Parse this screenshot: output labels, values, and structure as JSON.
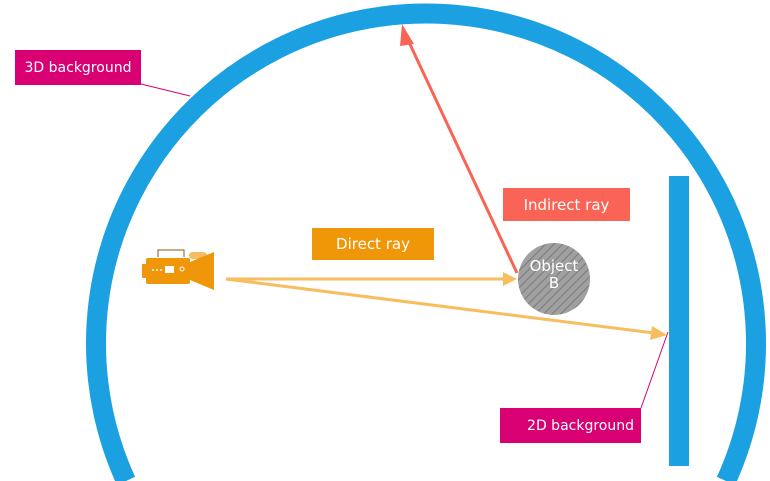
{
  "diagram": {
    "labels": {
      "background_3d": "3D background",
      "background_2d": "2D background",
      "direct_ray": "Direct ray",
      "indirect_ray": "Indirect ray",
      "object_line1": "Object",
      "object_line2": "B"
    },
    "icons": {
      "camera": "video-camera-icon"
    },
    "colors": {
      "background_blue": "#1ba1e2",
      "label_magenta": "#d80073",
      "direct_ray_orange": "#f09609",
      "ray_light_orange": "#f7bd5e",
      "indirect_ray_red": "#fa6456",
      "object_gray": "#9a9a9a"
    }
  }
}
